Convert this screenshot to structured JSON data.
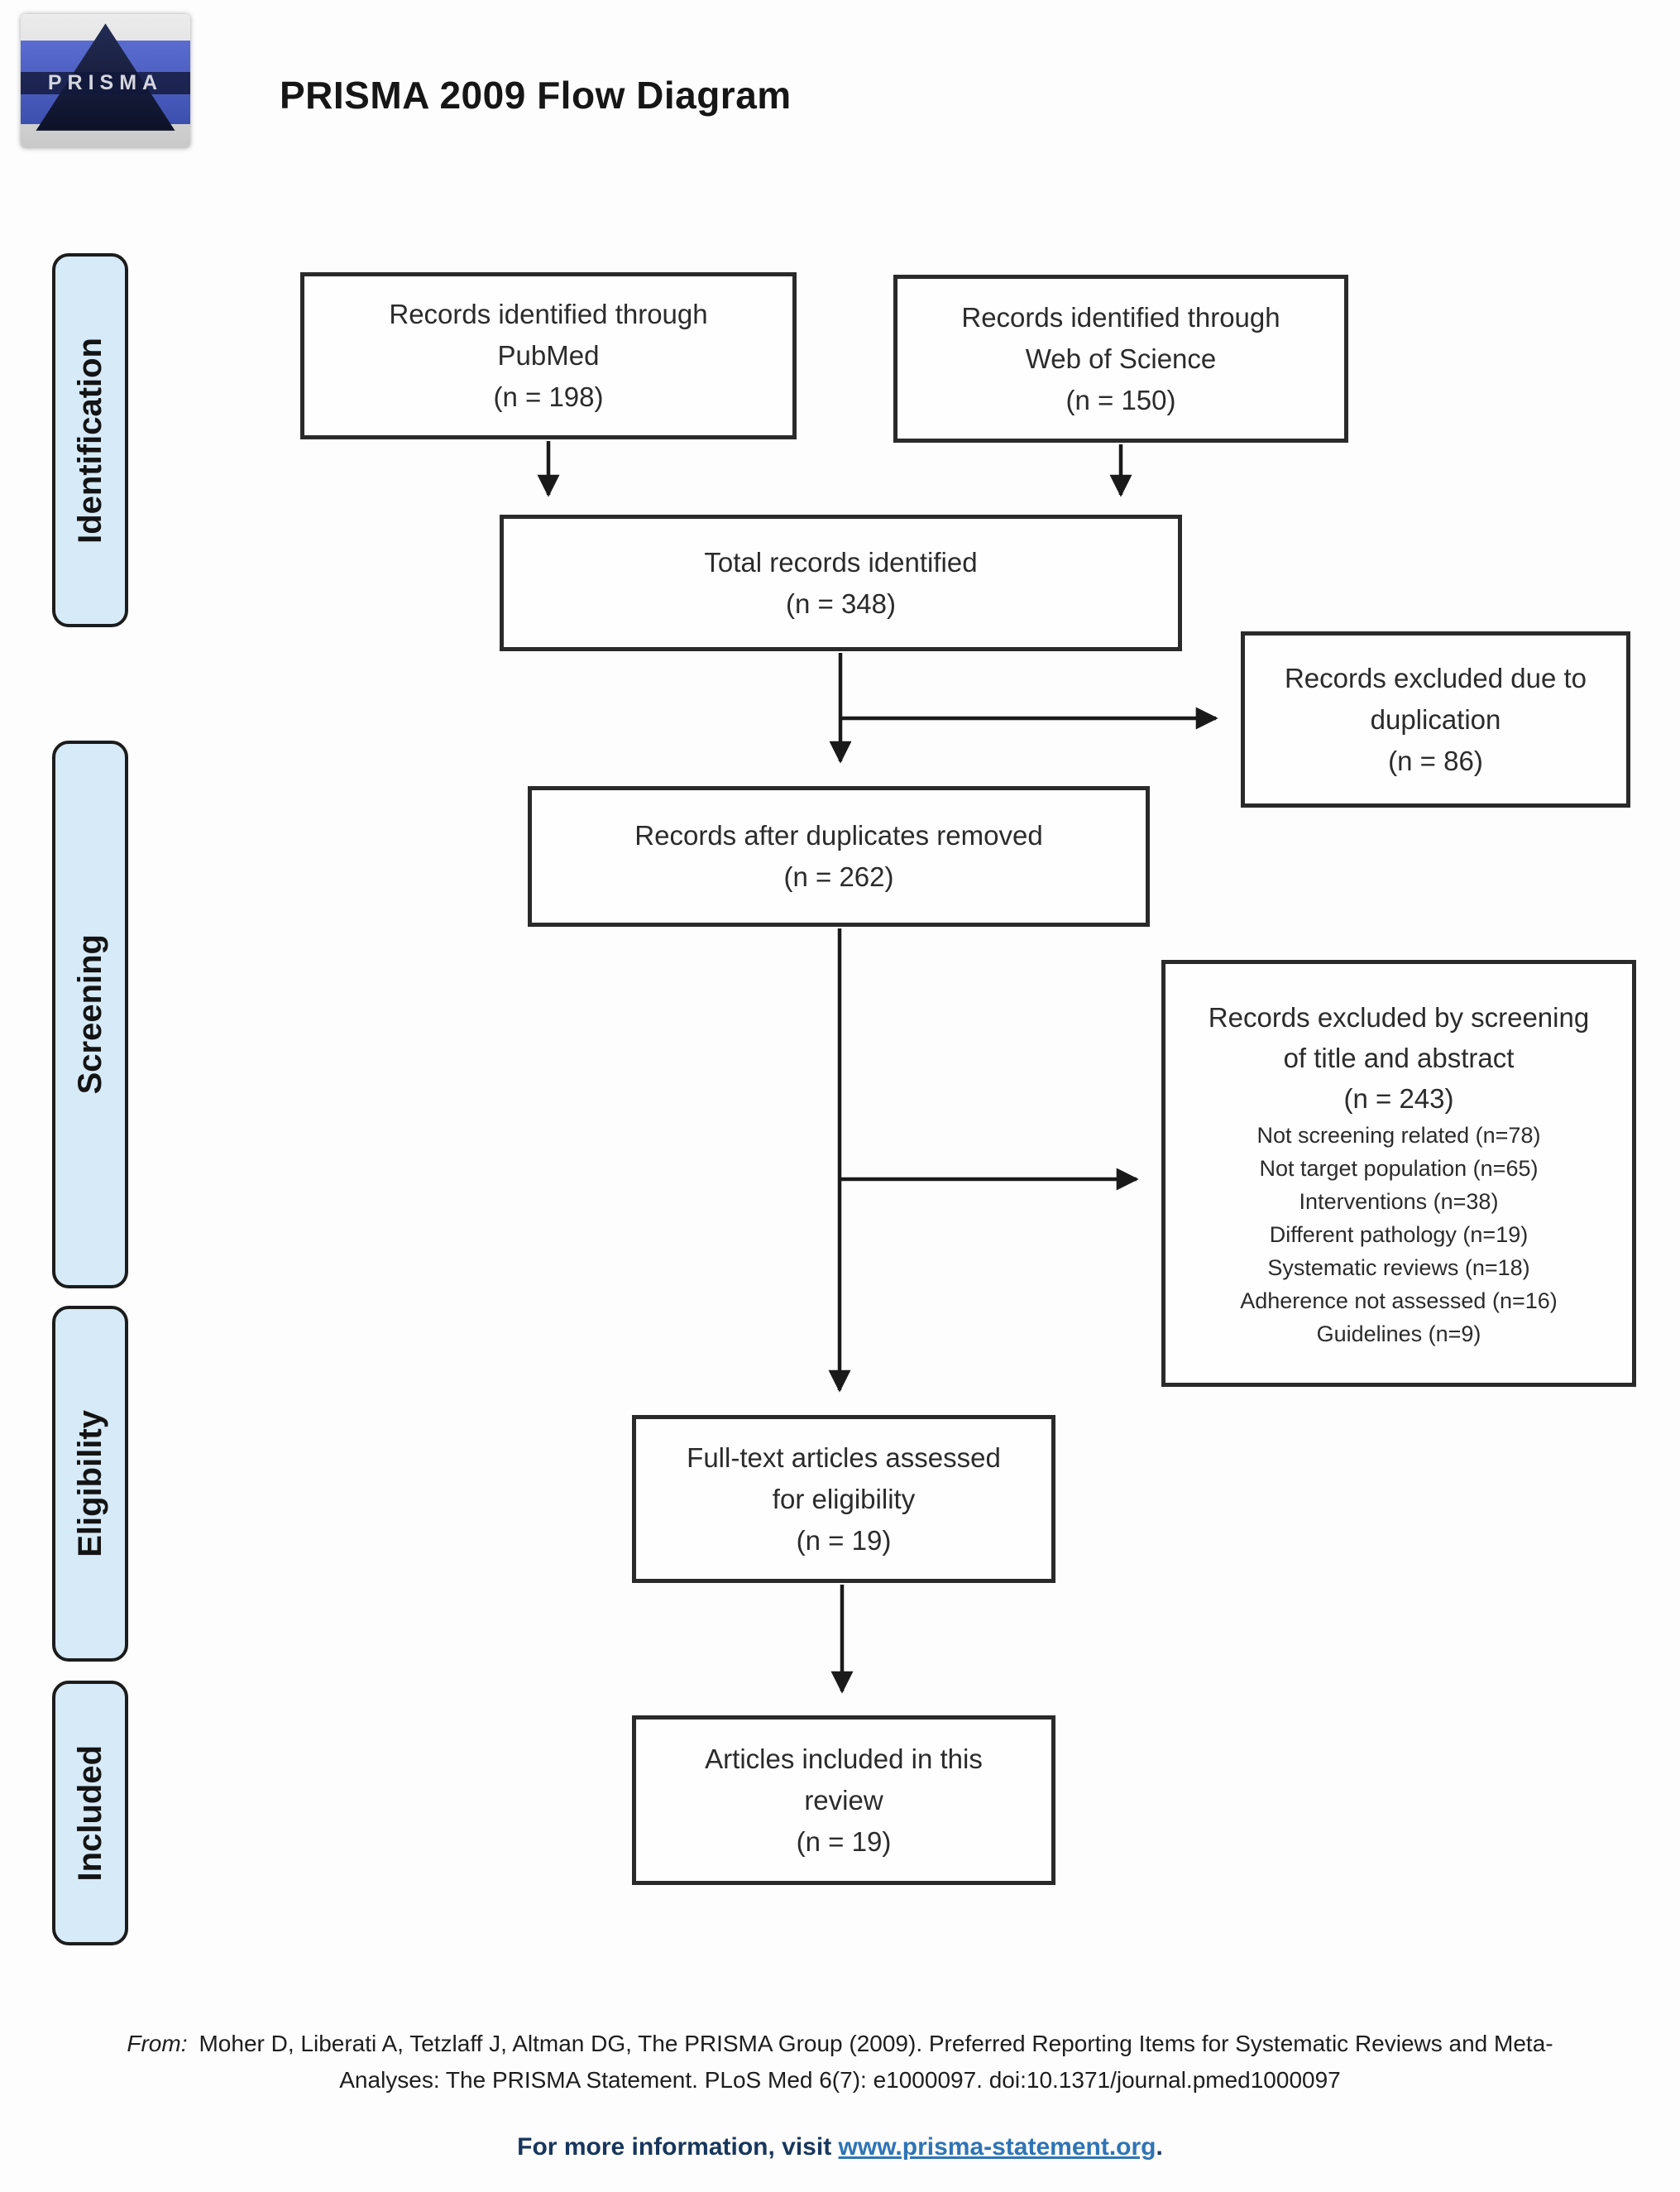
{
  "header": {
    "title": "PRISMA 2009 Flow Diagram",
    "logo_wordmark": "PRISMA"
  },
  "colors": {
    "stage_fill": "#d6eaf8",
    "box_border": "#2a2a2a",
    "info_text": "#17365d",
    "link": "#2e74b5",
    "logo_blue": "#4a5ec4",
    "logo_navy": "#12183a"
  },
  "sidebar": {
    "stages": [
      {
        "label": "Identification"
      },
      {
        "label": "Screening"
      },
      {
        "label": "Eligibility"
      },
      {
        "label": "Included"
      }
    ]
  },
  "boxes": {
    "pubmed": {
      "lines": [
        "Records identified through",
        "PubMed",
        "(n = 198)"
      ]
    },
    "web_of_science": {
      "lines": [
        "Records identified through",
        "Web of Science",
        "(n = 150)"
      ]
    },
    "total_identified": {
      "lines": [
        "Total records identified",
        "(n = 348)"
      ]
    },
    "excluded_duplication": {
      "lines": [
        "Records excluded due to",
        "duplication",
        "(n = 86)"
      ]
    },
    "after_duplicates": {
      "lines": [
        "Records after duplicates removed",
        "(n = 262)"
      ]
    },
    "excluded_screening": {
      "heading_lines": [
        "Records excluded by screening",
        "of title and abstract",
        "(n = 243)"
      ],
      "details": [
        "Not screening related (n=78)",
        "Not target population (n=65)",
        "Interventions (n=38)",
        "Different pathology (n=19)",
        "Systematic reviews (n=18)",
        "Adherence not assessed (n=16)",
        "Guidelines (n=9)"
      ]
    },
    "fulltext_assessed": {
      "lines": [
        "Full-text articles assessed",
        "for eligibility",
        "(n = 19)"
      ]
    },
    "included_review": {
      "lines": [
        "Articles included in this",
        "review",
        "(n = 19)"
      ]
    }
  },
  "footer": {
    "from_label": "From:",
    "citation_line1": "Moher D, Liberati A, Tetzlaff J, Altman DG, The PRISMA Group (2009). Preferred Reporting Items for Systematic Reviews and Meta-",
    "citation_line2": "Analyses: The PRISMA Statement. PLoS Med 6(7): e1000097. doi:10.1371/journal.pmed1000097",
    "info_prefix": "For more information, visit ",
    "info_link": "www.prisma-statement.org",
    "info_suffix": "."
  }
}
